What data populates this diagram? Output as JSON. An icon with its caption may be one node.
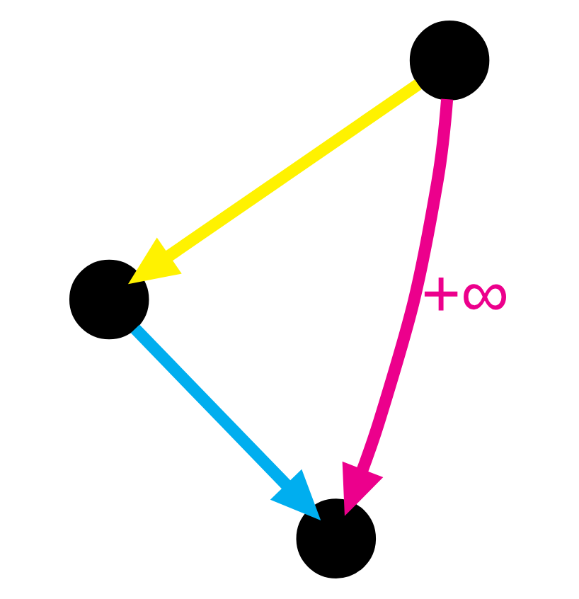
{
  "diagram": {
    "nodes": [
      {
        "text": [],
        "shape": "circle"
      },
      {
        "text": [],
        "shape": "circle"
      },
      {
        "text": [],
        "shape": "circle"
      }
    ],
    "edges": [
      {
        "from": 0,
        "to": 1,
        "arrow": "to",
        "color": "#fff200"
      },
      {
        "from": 1,
        "to": 2,
        "arrow": "to",
        "color": "#00aeef"
      },
      {
        "from": 0,
        "to": 2,
        "arrow": "to",
        "color": "#ec008c",
        "label": "+∞"
      }
    ]
  }
}
